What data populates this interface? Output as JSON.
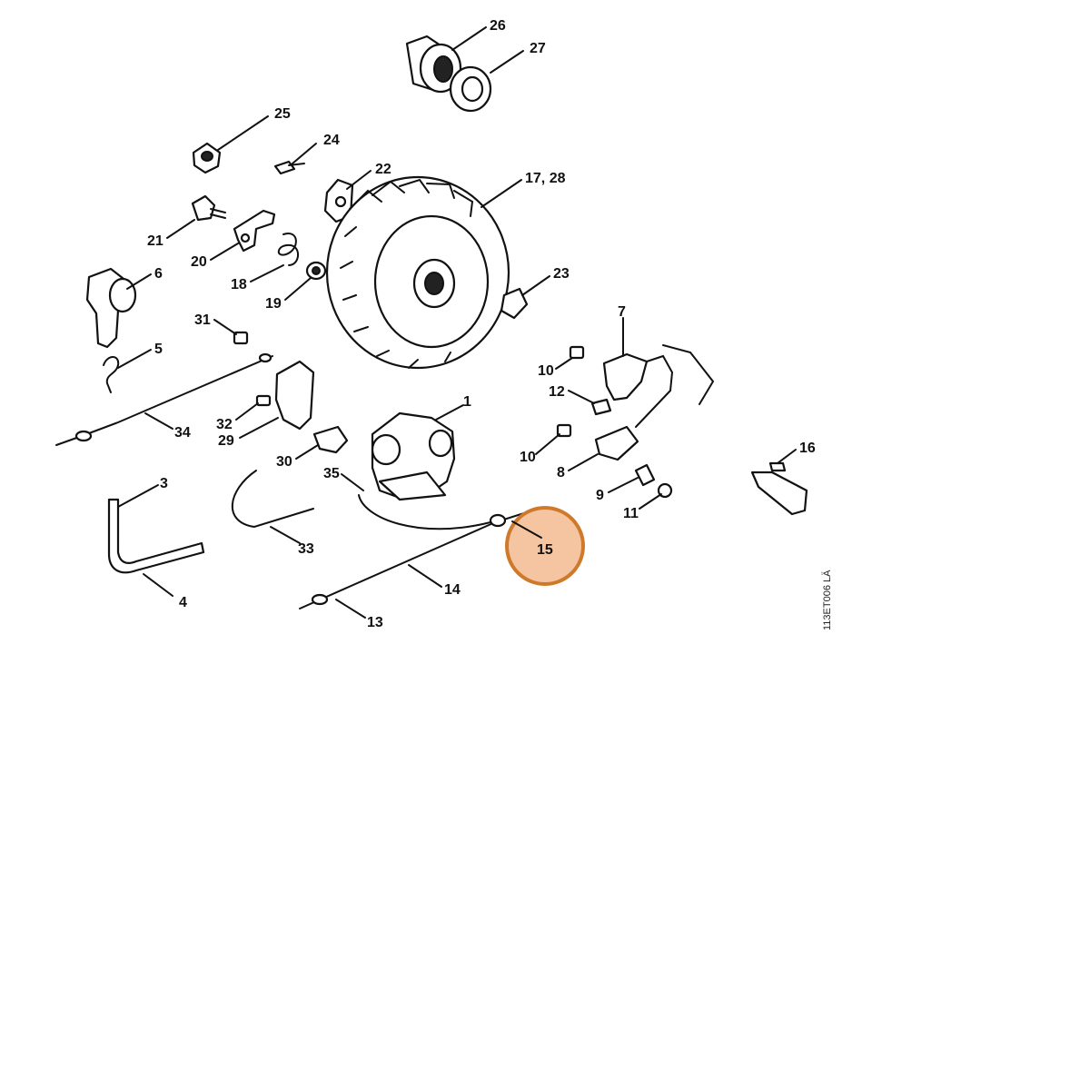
{
  "diagram": {
    "drawing_code": "113ET006 LÄ",
    "highlight": {
      "label": "15",
      "color": "#cf7a2a",
      "fill": "#f3b589"
    },
    "callouts": [
      {
        "id": "c26",
        "label": "26"
      },
      {
        "id": "c27",
        "label": "27"
      },
      {
        "id": "c25",
        "label": "25"
      },
      {
        "id": "c24",
        "label": "24"
      },
      {
        "id": "c22",
        "label": "22"
      },
      {
        "id": "c1728",
        "label": "17, 28"
      },
      {
        "id": "c21",
        "label": "21"
      },
      {
        "id": "c20",
        "label": "20"
      },
      {
        "id": "c18",
        "label": "18"
      },
      {
        "id": "c19",
        "label": "19"
      },
      {
        "id": "c6",
        "label": "6"
      },
      {
        "id": "c23",
        "label": "23"
      },
      {
        "id": "c31",
        "label": "31"
      },
      {
        "id": "c5",
        "label": "5"
      },
      {
        "id": "c7",
        "label": "7"
      },
      {
        "id": "c10a",
        "label": "10"
      },
      {
        "id": "c12",
        "label": "12"
      },
      {
        "id": "c1",
        "label": "1"
      },
      {
        "id": "c32",
        "label": "32"
      },
      {
        "id": "c34",
        "label": "34"
      },
      {
        "id": "c29",
        "label": "29"
      },
      {
        "id": "c10b",
        "label": "10"
      },
      {
        "id": "c16",
        "label": "16"
      },
      {
        "id": "c30",
        "label": "30"
      },
      {
        "id": "c8",
        "label": "8"
      },
      {
        "id": "c35",
        "label": "35"
      },
      {
        "id": "c3",
        "label": "3"
      },
      {
        "id": "c9",
        "label": "9"
      },
      {
        "id": "c11",
        "label": "11"
      },
      {
        "id": "c15",
        "label": "15"
      },
      {
        "id": "c33",
        "label": "33"
      },
      {
        "id": "c14",
        "label": "14"
      },
      {
        "id": "c4",
        "label": "4"
      },
      {
        "id": "c13",
        "label": "13"
      }
    ]
  }
}
